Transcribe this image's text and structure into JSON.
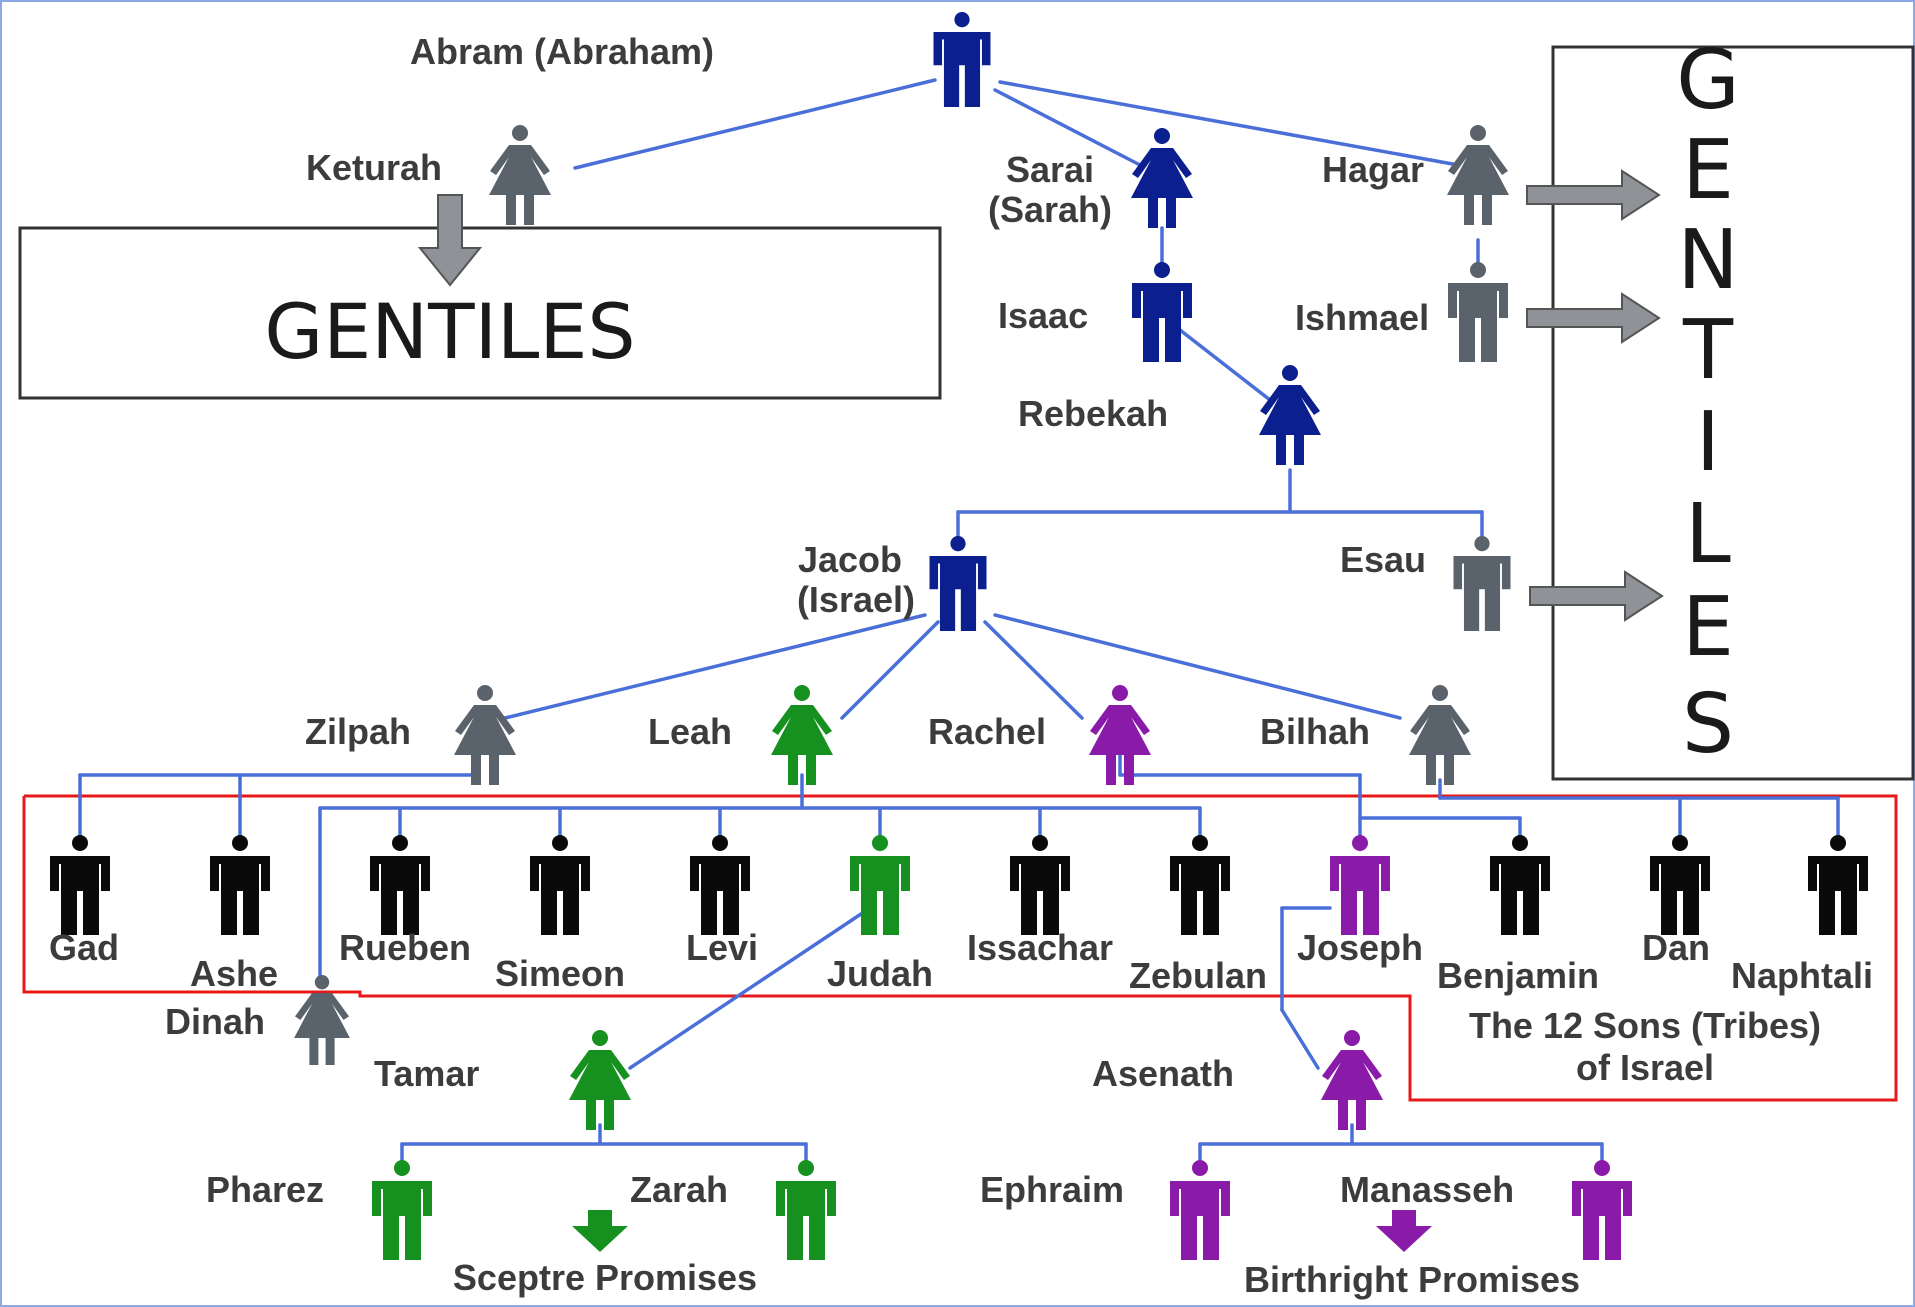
{
  "colors": {
    "line": "#4a6fd8",
    "abraham_line": "#3557c9",
    "gentile_grey": "#5a626c",
    "blue": "#0b1f8f",
    "green": "#16901e",
    "purple": "#8a1aa8",
    "black": "#0a0a0a",
    "red_box": "#e8181a",
    "arrow_grey": "#8f9296"
  },
  "people": {
    "abram": "Abram (Abraham)",
    "keturah": "Keturah",
    "sarai_1": "Sarai",
    "sarai_2": "(Sarah)",
    "hagar": "Hagar",
    "isaac": "Isaac",
    "ishmael": "Ishmael",
    "rebekah": "Rebekah",
    "jacob_1": "Jacob",
    "jacob_2": "(Israel)",
    "esau": "Esau",
    "zilpah": "Zilpah",
    "leah": "Leah",
    "rachel": "Rachel",
    "bilhah": "Bilhah",
    "gad": "Gad",
    "ashe": "Ashe",
    "rueben": "Rueben",
    "simeon": "Simeon",
    "levi": "Levi",
    "judah": "Judah",
    "issachar": "Issachar",
    "zebulan": "Zebulan",
    "joseph": "Joseph",
    "benjamin": "Benjamin",
    "dan": "Dan",
    "naphtali": "Naphtali",
    "dinah": "Dinah",
    "tamar": "Tamar",
    "asenath": "Asenath",
    "pharez": "Pharez",
    "zarah": "Zarah",
    "ephraim": "Ephraim",
    "manasseh": "Manasseh"
  },
  "labels": {
    "gentiles_box": "GENTILES",
    "gentiles_vertical": [
      "G",
      "E",
      "N",
      "T",
      "I",
      "L",
      "E",
      "S"
    ],
    "tribes_1": "The 12 Sons (Tribes)",
    "tribes_2": "of Israel",
    "sceptre": "Sceptre Promises",
    "birthright": "Birthright Promises"
  },
  "icons": {
    "male": "male-person-icon",
    "female": "female-person-icon",
    "arrow_right": "arrow-right-icon",
    "arrow_down": "arrow-down-icon"
  }
}
